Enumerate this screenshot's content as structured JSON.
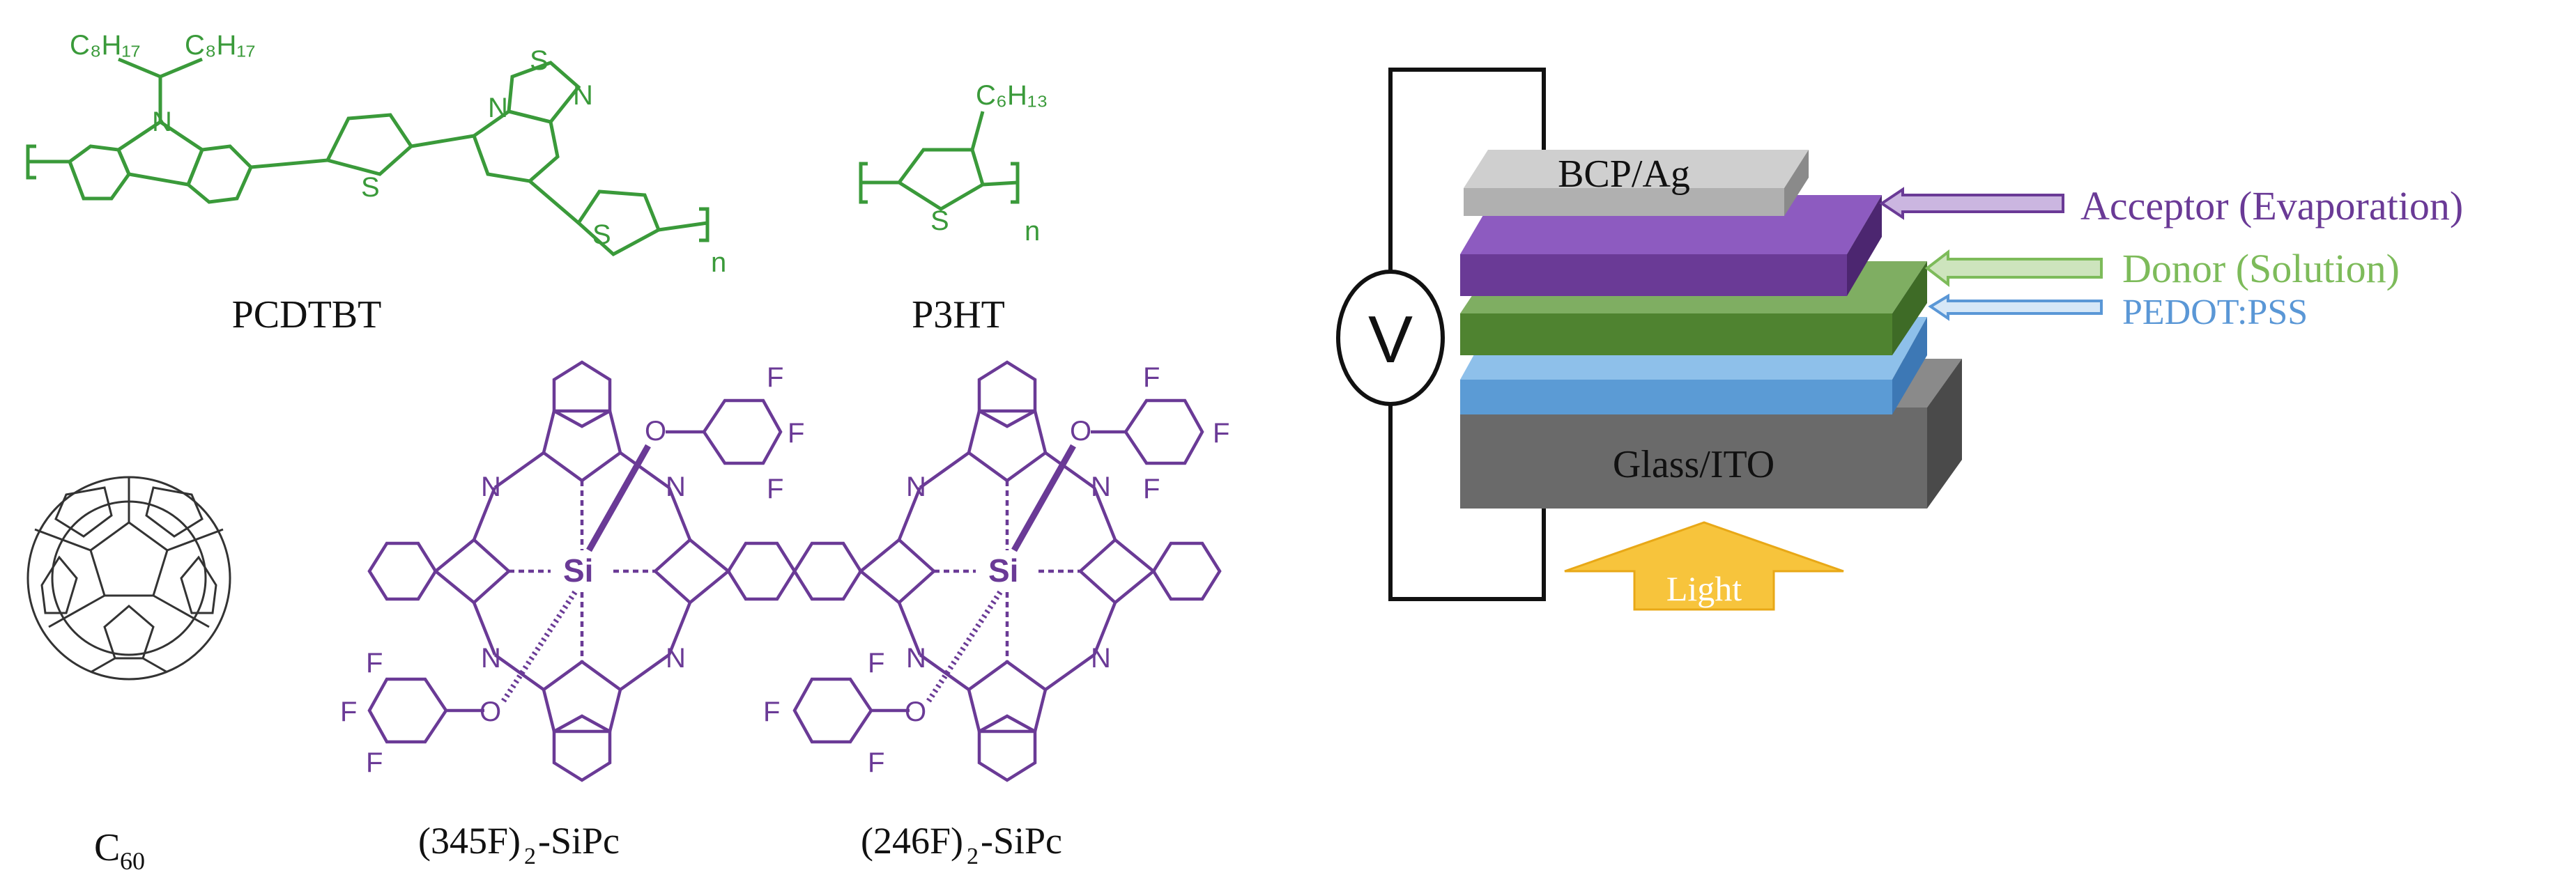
{
  "colors": {
    "green": "#3a9a3a",
    "purple": "#6a3a96",
    "black": "#111111",
    "gray": "#666666",
    "blue": "#4f8fd0",
    "yellow": "#f7c43c",
    "acceptor_text": "#6a3a96",
    "donor_text": "#7dbb5a",
    "pedot_text": "#5a97d6"
  },
  "molecules": {
    "pcdtbt": {
      "name": "PCDTBT",
      "side_chain_left": "C₈H₁₇",
      "side_chain_right": "C₈H₁₇",
      "n_atom": "N",
      "s1": "S",
      "s2": "S",
      "s3": "S",
      "n1": "N",
      "n2": "N",
      "repeat": "n"
    },
    "p3ht": {
      "name": "P3HT",
      "side_chain": "C₆H₁₃",
      "s": "S",
      "repeat": "n"
    },
    "c60": {
      "name_base": "C",
      "name_sub": "60"
    },
    "sipc345": {
      "name_prefix": "(345F)",
      "name_sub": "2",
      "name_suffix": "-SiPc",
      "si": "Si",
      "o": "O",
      "f": "F",
      "n": "N"
    },
    "sipc246": {
      "name_prefix": "(246F)",
      "name_sub": "2",
      "name_suffix": "-SiPc",
      "si": "Si",
      "o": "O",
      "f": "F",
      "n": "N"
    }
  },
  "device": {
    "top_layer": "BCP/Ag",
    "bottom_layer": "Glass/ITO",
    "light": "Light",
    "voltmeter": "V",
    "labels": {
      "acceptor": "Acceptor (Evaporation)",
      "donor": "Donor (Solution)",
      "pedot": "PEDOT:PSS"
    }
  }
}
